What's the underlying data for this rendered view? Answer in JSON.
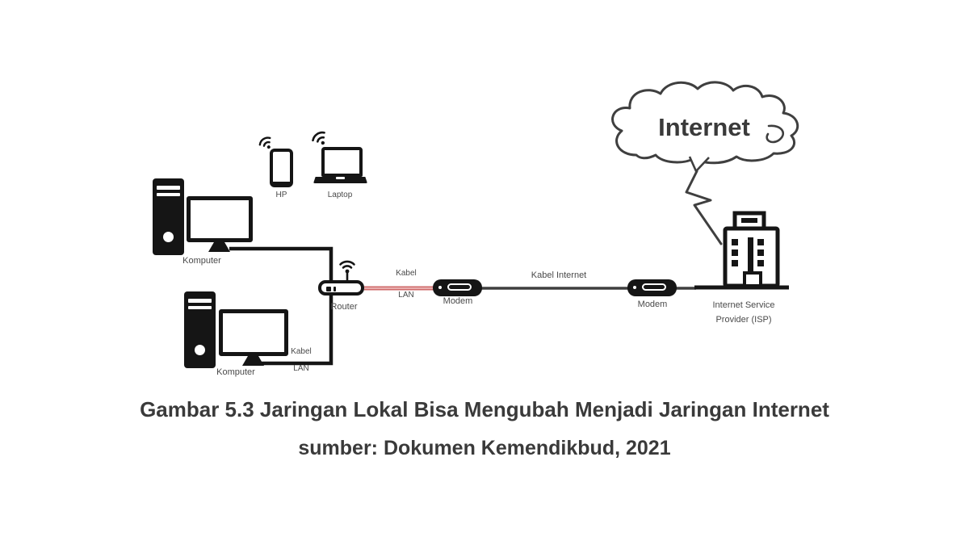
{
  "cloud": {
    "label": "Internet"
  },
  "labels": {
    "komputer1": "Komputer",
    "komputer2": "Komputer",
    "hp": "HP",
    "laptop": "Laptop",
    "router": "Router",
    "modem1": "Modem",
    "modem2": "Modem",
    "isp_line1": "Internet Service",
    "isp_line2": "Provider (ISP)",
    "kabel_red_1": "Kabel",
    "kabel_red_2": "LAN",
    "kabel_lan_1": "Kabel",
    "kabel_lan_2": "LAN",
    "kabel_internet": "Kabel Internet"
  },
  "caption": {
    "line1": "Gambar 5.3 Jaringan Lokal Bisa Mengubah Menjadi Jaringan Internet",
    "line2": "sumber: Dokumen Kemendikbud, 2021"
  },
  "colors": {
    "ink": "#151515",
    "line": "#3f3f3f",
    "red_cable": "#cf6a6a",
    "red_cable_light": "#f2c4c4",
    "label": "#4a4a4a",
    "caption": "#3a3a3a",
    "background": "#ffffff"
  }
}
